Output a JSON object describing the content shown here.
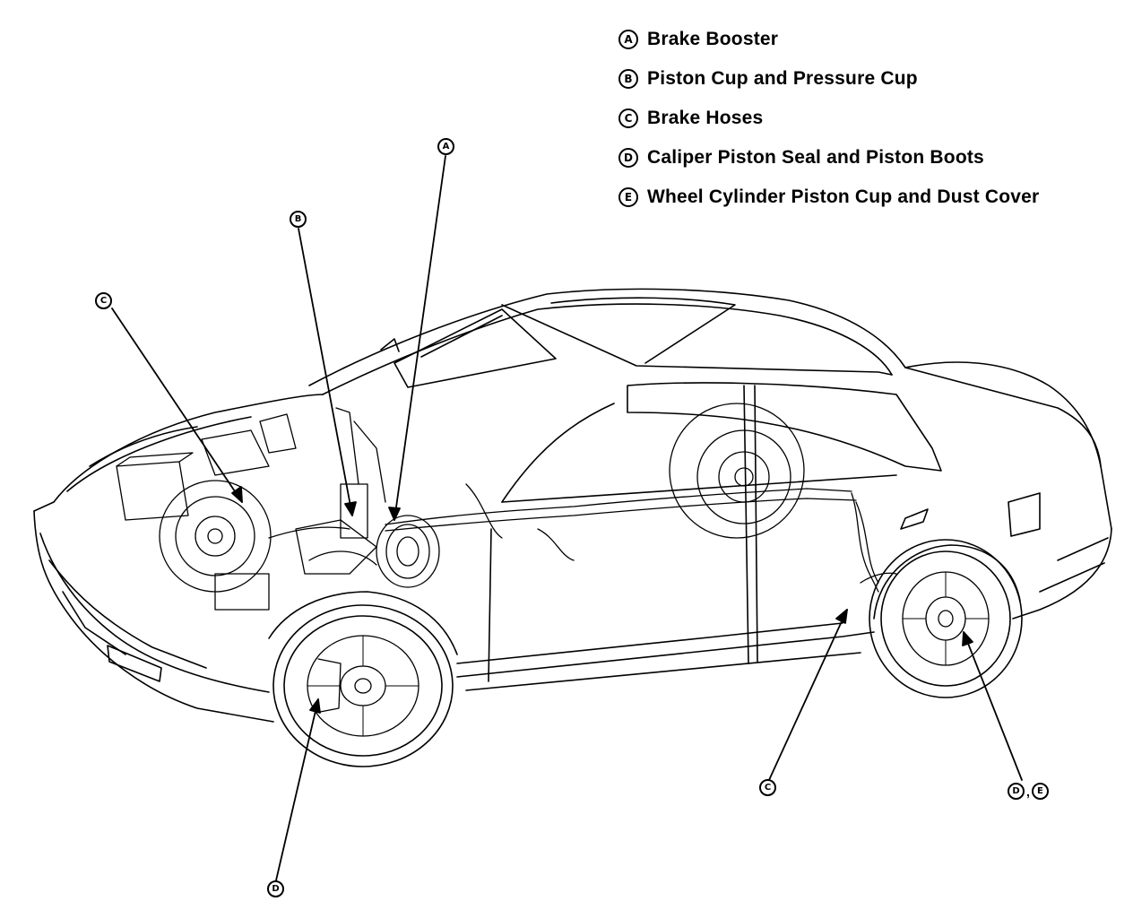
{
  "legend": [
    {
      "letter": "A",
      "label": "Brake Booster"
    },
    {
      "letter": "B",
      "label": "Piston Cup and Pressure Cup"
    },
    {
      "letter": "C",
      "label": "Brake Hoses"
    },
    {
      "letter": "D",
      "label": "Caliper Piston Seal and Piston Boots"
    },
    {
      "letter": "E",
      "label": "Wheel Cylinder Piston Cup and Dust Cover"
    }
  ],
  "callouts": {
    "a_top": "A",
    "b_top": "B",
    "c_front": "C",
    "c_rear": "C",
    "d_front": "D",
    "de_rear_d": "D",
    "de_rear_sep": ",",
    "de_rear_e": "E"
  },
  "colors": {
    "ink": "#000000",
    "paper": "#ffffff"
  }
}
